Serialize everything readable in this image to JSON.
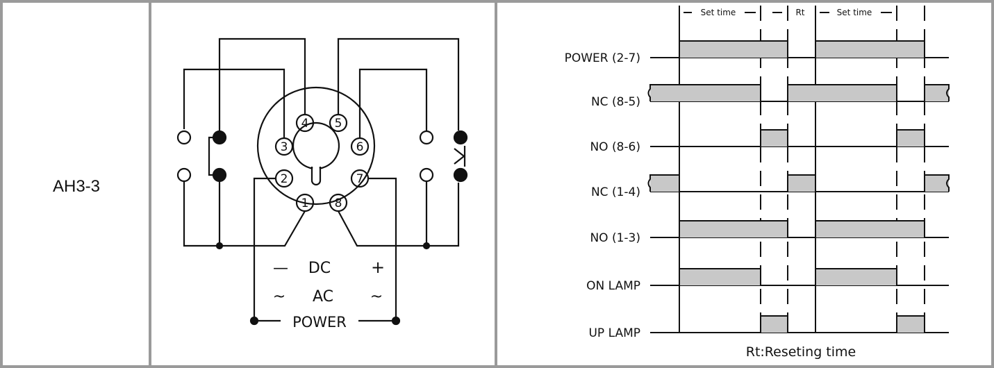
{
  "model": "AH3-3",
  "wiring": {
    "pins": [
      "1",
      "2",
      "3",
      "4",
      "5",
      "6",
      "7",
      "8"
    ],
    "dc_label": "DC",
    "dc_minus": "—",
    "dc_plus": "+",
    "ac_label": "AC",
    "ac_left": "~",
    "ac_right": "~",
    "power_label": "POWER"
  },
  "timing": {
    "header": {
      "set_time_1": "Set time",
      "rt": "Rt",
      "set_time_2": "Set time"
    },
    "signals": [
      {
        "label": "POWER  (2-7)"
      },
      {
        "label": "NC  (8-5)"
      },
      {
        "label": "NO  (8-6)"
      },
      {
        "label": "NC  (1-4)"
      },
      {
        "label": "NO  (1-3)"
      },
      {
        "label": "ON  LAMP"
      },
      {
        "label": "UP  LAMP"
      }
    ],
    "footnote": "Rt:Reseting time"
  },
  "colors": {
    "border": "#9a9a9a",
    "pulse_fill": "#c8c8c8",
    "line": "#111111"
  }
}
